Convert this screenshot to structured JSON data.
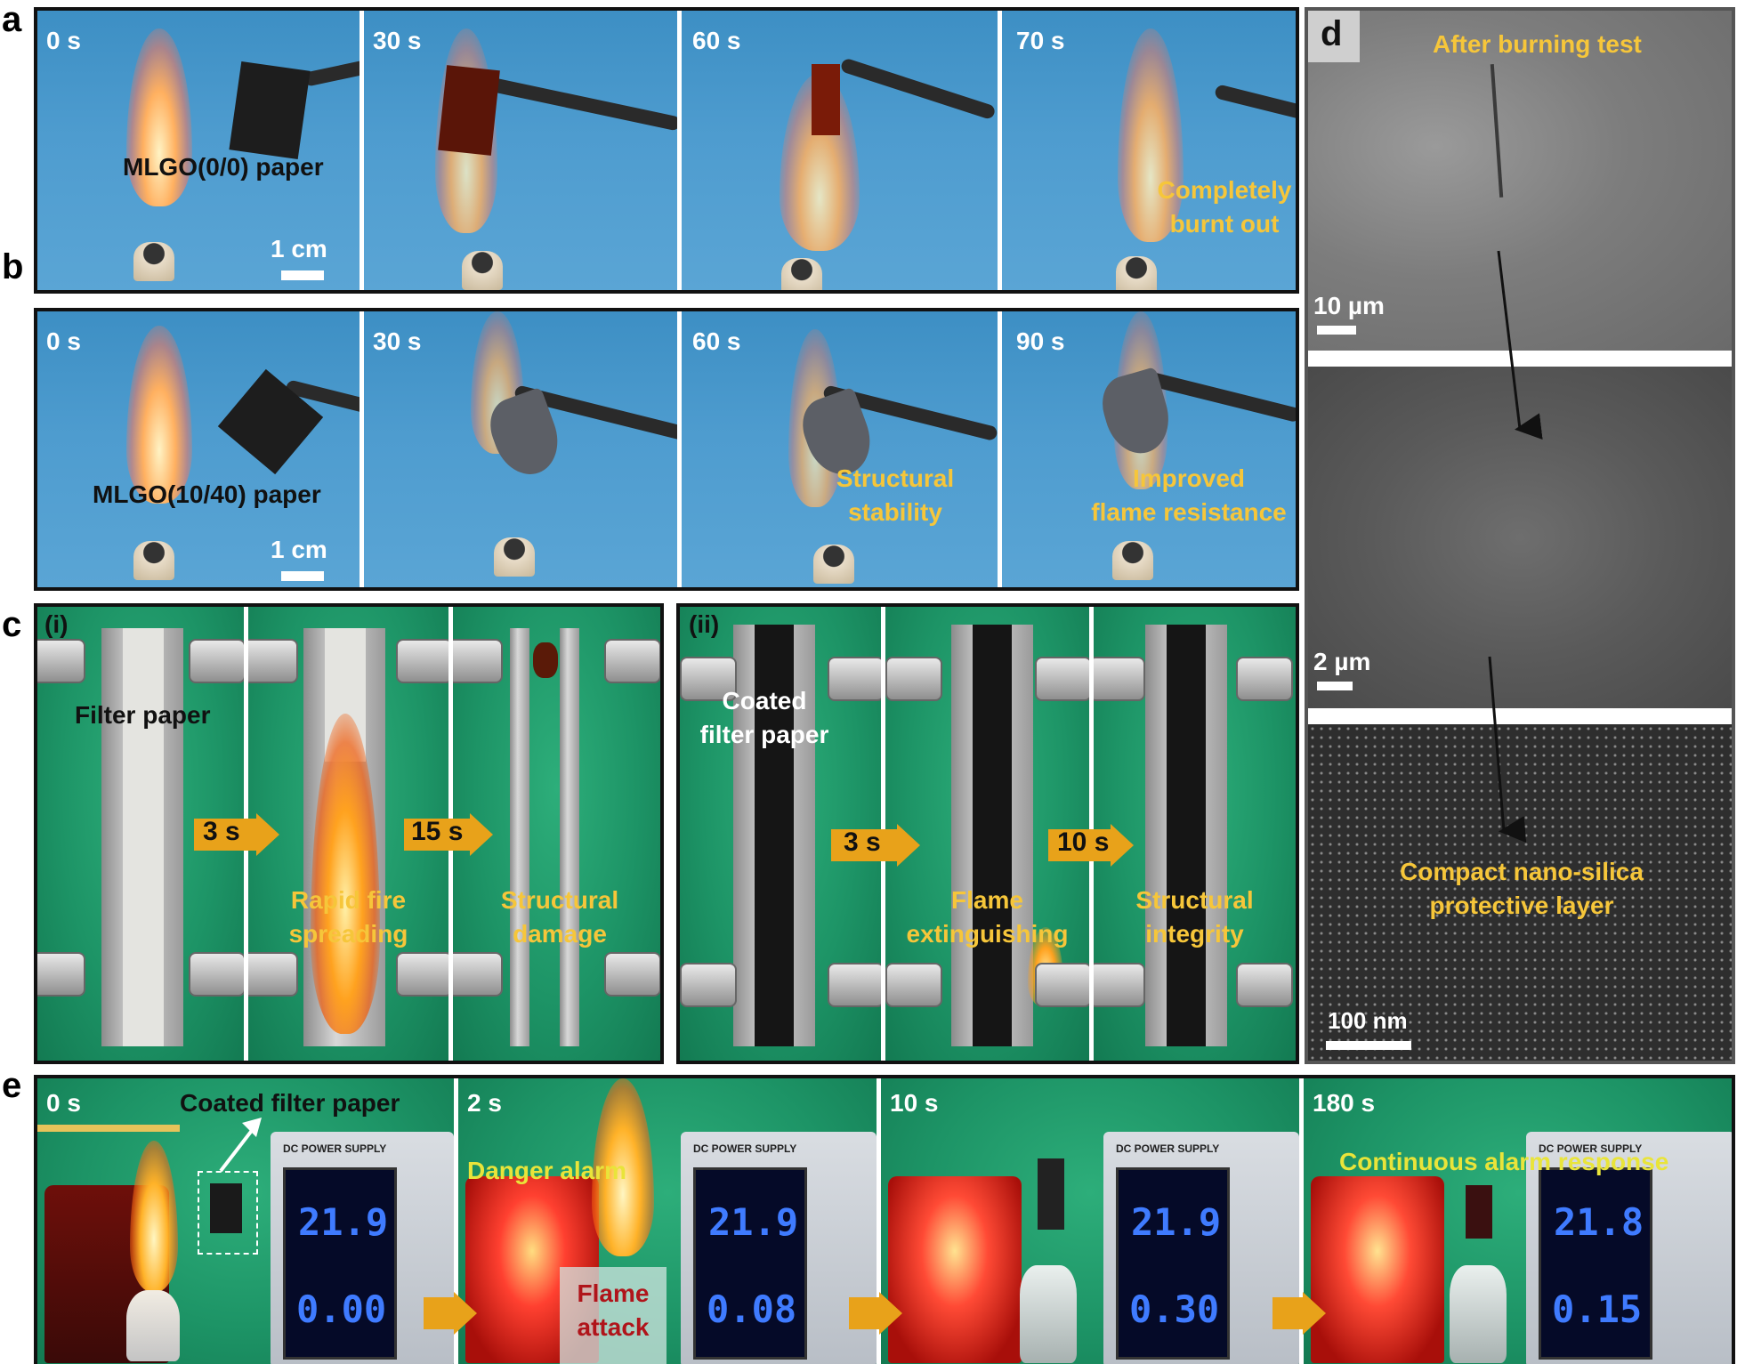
{
  "panel_labels": [
    "a",
    "b",
    "c",
    "d",
    "e"
  ],
  "panel_a": {
    "times": [
      "0 s",
      "30 s",
      "60 s",
      "70 s"
    ],
    "sample_label": "MLGO(0/0) paper",
    "scale": "1 cm",
    "note": [
      "Completely",
      "burnt out"
    ]
  },
  "panel_b": {
    "times": [
      "0 s",
      "30 s",
      "60 s",
      "90 s"
    ],
    "sample_label": "MLGO(10/40) paper",
    "scale": "1 cm",
    "note_60": [
      "Structural",
      "stability"
    ],
    "note_90": [
      "Improved",
      "flame resistance"
    ]
  },
  "panel_c": {
    "i": {
      "tag": "(i)",
      "sample_label": "Filter paper",
      "arrow1": "3 s",
      "arrow2": "15 s",
      "note_mid": [
        "Rapid fire",
        "spreading"
      ],
      "note_right": [
        "Structural",
        "damage"
      ]
    },
    "ii": {
      "tag": "(ii)",
      "sample_label": [
        "Coated",
        "filter paper"
      ],
      "arrow1": "3 s",
      "arrow2": "10 s",
      "note_mid": [
        "Flame",
        "extinguishing"
      ],
      "note_right": [
        "Structural",
        "integrity"
      ]
    }
  },
  "panel_d": {
    "tag": "d",
    "title": "After burning test",
    "scales": [
      "10 µm",
      "2 µm",
      "100 nm"
    ],
    "note": [
      "Compact nano-silica",
      "protective layer"
    ]
  },
  "panel_e": {
    "times": [
      "0 s",
      "2 s",
      "10 s",
      "180 s"
    ],
    "sample_label": "Coated filter paper",
    "alarm_label": "Danger alarm",
    "flame_label": [
      "Flame",
      "attack"
    ],
    "continuous_label": "Continuous alarm response",
    "psu_brand": "DC POWER SUPPLY",
    "voltages": [
      "21.9",
      "21.9",
      "21.9",
      "21.8"
    ],
    "currents": [
      "0.00",
      "0.08",
      "0.30",
      "0.15"
    ]
  },
  "colors": {
    "label_yellow": "#f6c63a",
    "arrow_orange": "#e8a21a",
    "blue_bg": "#4e9ccf",
    "green_bg": "#1d9466",
    "lcd_digit": "#3f7bff"
  }
}
